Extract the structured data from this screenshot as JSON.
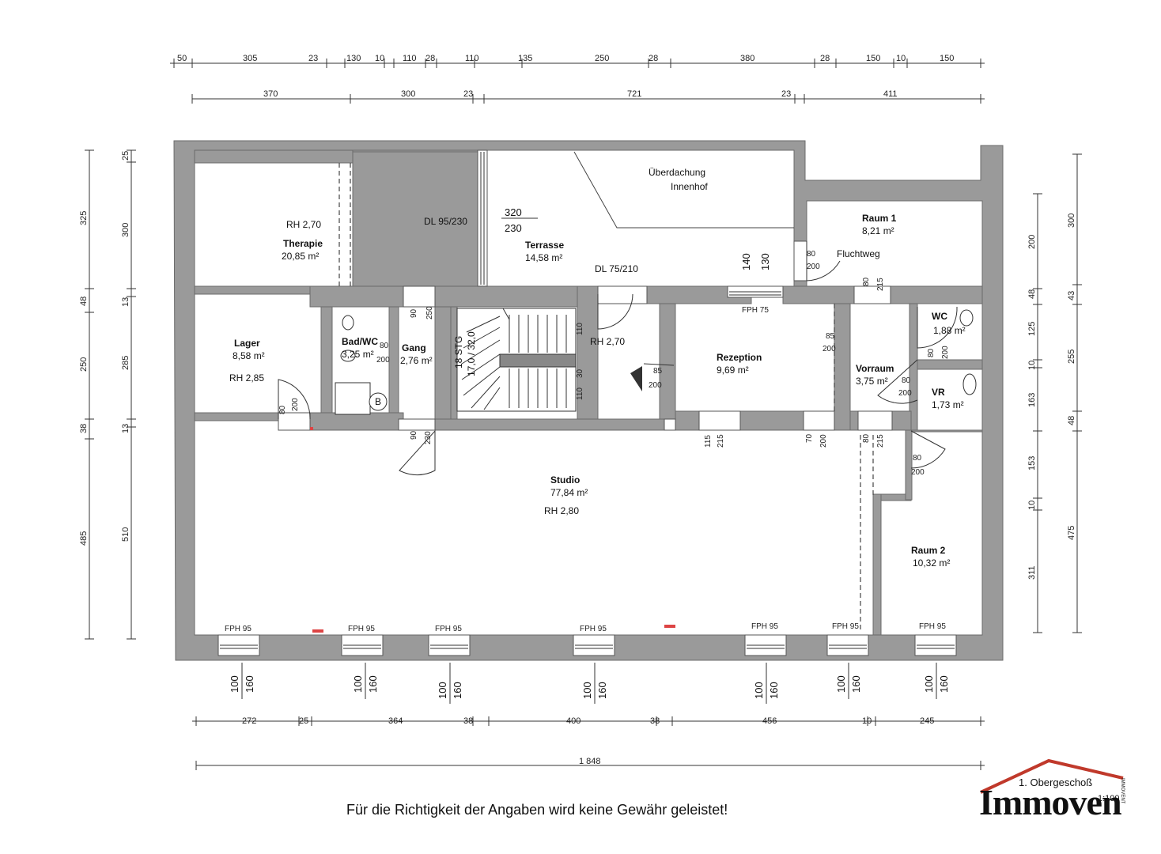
{
  "plan": {
    "dims_top1": [
      "50",
      "305",
      "23",
      "130",
      "10",
      "110",
      "28",
      "110",
      "135",
      "250",
      "28",
      "380",
      "28",
      "150",
      "10",
      "150"
    ],
    "dims_top2": [
      "370",
      "300",
      "23",
      "721",
      "23",
      "411"
    ],
    "dims_bottom1": [
      "272",
      "25",
      "364",
      "38",
      "400",
      "38",
      "456",
      "10",
      "245"
    ],
    "dims_bottom_total": "1 848",
    "dims_left1": [
      "325",
      "48",
      "250",
      "38",
      "485"
    ],
    "dims_left2": [
      "25",
      "300",
      "13",
      "285",
      "13",
      "510"
    ],
    "dims_right1": [
      "200",
      "48",
      "125",
      "10",
      "163",
      "153",
      "10",
      "311"
    ],
    "dims_right2": [
      "300",
      "43",
      "255",
      "48",
      "475"
    ],
    "rooms": {
      "therapie": {
        "name": "Therapie",
        "area": "20,85 m²",
        "rh": "RH 2,70"
      },
      "terrasse": {
        "name": "Terrasse",
        "area": "14,58 m²"
      },
      "ueberdachung": {
        "line1": "Überdachung",
        "line2": "Innenhof"
      },
      "raum1": {
        "name": "Raum 1",
        "area": "8,21 m²"
      },
      "fluchtweg": "Fluchtweg",
      "lager": {
        "name": "Lager",
        "area": "8,58 m²",
        "rh": "RH 2,85"
      },
      "badwc": {
        "name": "Bad/WC",
        "area": "3,25 m²"
      },
      "gang": {
        "name": "Gang",
        "area": "2,76 m²"
      },
      "treppe": {
        "rh": "RH 2,70",
        "stg": "18 STG",
        "ratio": "17,0 / 32,0"
      },
      "rezeption": {
        "name": "Rezeption",
        "area": "9,69 m²"
      },
      "wc": {
        "name": "WC",
        "area": "1,88 m²"
      },
      "vorraum": {
        "name": "Vorraum",
        "area": "3,75 m²"
      },
      "vr": {
        "name": "VR",
        "area": "1,73 m²"
      },
      "studio": {
        "name": "Studio",
        "area": "77,84 m²",
        "rh": "RH 2,80"
      },
      "raum2": {
        "name": "Raum 2",
        "area": "10,32 m²"
      }
    },
    "openings": {
      "dl95": "DL 95/230",
      "dl75": "DL 75/210",
      "door320": "320",
      "door230": "230",
      "fph75": "FPH 75",
      "fph95": "FPH 95",
      "w100": "100",
      "w160": "160",
      "d80": "80",
      "d200": "200",
      "d85": "85",
      "d90": "90",
      "d230": "230",
      "d250": "250",
      "d140": "140",
      "d130": "130",
      "d215": "215",
      "d115": "115",
      "d70": "70",
      "d110": "110",
      "d30": "30",
      "boiler": "B"
    }
  },
  "footer": {
    "disclaimer": "Für die Richtigkeit der Angaben wird keine Gewähr geleistet!"
  },
  "logo": {
    "word": "Immoven",
    "floor": "1. Obergeschoß",
    "scale": "1:100",
    "vertical": "IMMOVENT",
    "roof_color": "#c0392b"
  },
  "colors": {
    "wall": "#9a9a9a",
    "wall_edge": "#6b6b6b"
  }
}
